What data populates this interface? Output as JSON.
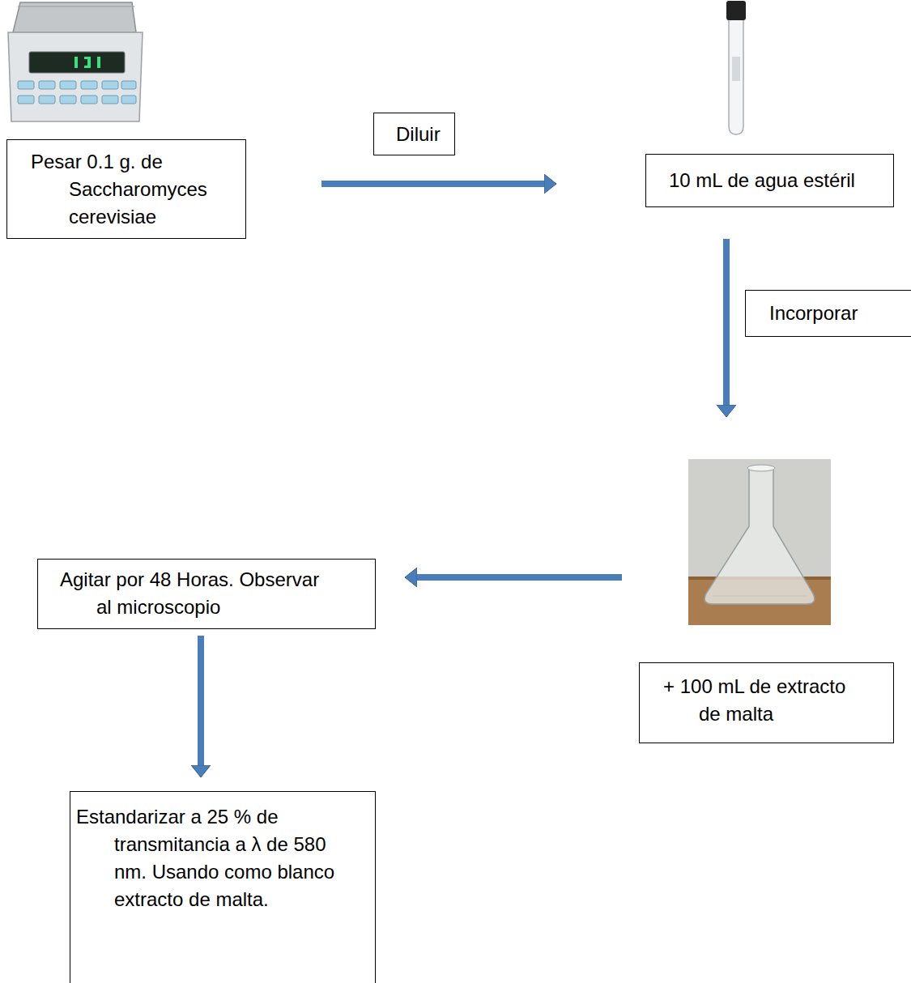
{
  "diagram": {
    "nodes": [
      {
        "text": [
          "Pesar 0.1 g. de Saccharomyces cerevisiae"
        ]
      },
      {
        "text": [
          "Diluir"
        ]
      },
      {
        "text": [
          "10 mL de agua estéril"
        ]
      },
      {
        "text": [
          "Incorporar"
        ]
      },
      {
        "text": [
          "+ 100 mL de extracto de malta"
        ]
      },
      {
        "text": [
          "Agitar por 48 Horas. Observar al microscopio"
        ]
      },
      {
        "text": [
          "Estandarizar a 25 % de transmitancia a λ de 580 nm. Usando como blanco extracto de malta."
        ]
      }
    ],
    "edges": [
      {
        "from": 0,
        "to": 2,
        "arrow": "to"
      },
      {
        "from": 2,
        "to": 4,
        "arrow": "to"
      },
      {
        "from": 4,
        "to": 5,
        "arrow": "to"
      },
      {
        "from": 5,
        "to": 6,
        "arrow": "to"
      }
    ]
  }
}
